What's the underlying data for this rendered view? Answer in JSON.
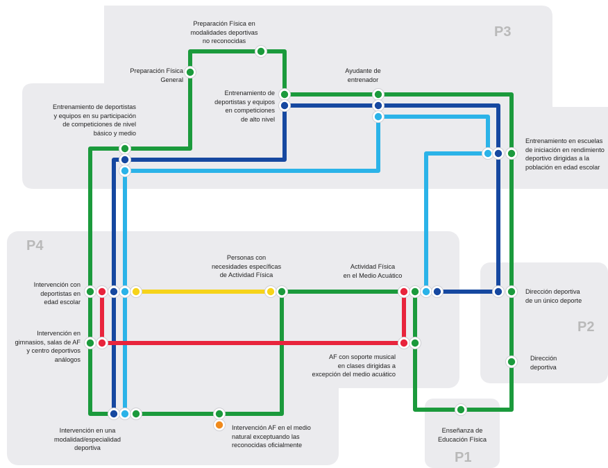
{
  "zones": {
    "p1": "P1",
    "p2": "P2",
    "p3": "P3",
    "p4": "P4"
  },
  "lines": {
    "green": "#1b9a3c",
    "dark_blue": "#1648a0",
    "light_blue": "#2bb3e8",
    "red": "#e8243c",
    "yellow": "#f6d31a",
    "orange": "#f08a1c"
  },
  "labels": {
    "pf_no_reconocidas": "Preparación Física en\nmodalidades deportivas\nno reconocidas",
    "pf_general": "Preparación Física\nGeneral",
    "ayudante": "Ayudante de\nentrenador",
    "ent_alto_nivel": "Entrenamiento de\ndeportistas y equipos\nen competiciones\nde alto nivel",
    "ent_basico_medio": "Entrenamiento de deportistas\ny equipos en su participación\nde competiciones de nivel\nbásico y medio",
    "ent_escuelas": "Entrenamiento en escuelas\nde iniciación en rendimiento\ndeportivo dirigidas a la\npoblación en edad escolar",
    "necesidades": "Personas con\nnecesidades específicas\nde Actividad Física",
    "medio_acuatico": "Actividad Física\nen el Medio Acuático",
    "edad_escolar": "Intervención con\ndeportistas en\nedad escolar",
    "gimnasios": "Intervención en\ngimnasios, salas de AF\ny centro deportivos\nanálogos",
    "direccion_unico": "Dirección deportiva\nde un único deporte",
    "direccion": "Dirección\ndeportiva",
    "soporte_musical": "AF con soporte musical\nen clases dirigidas a\nexcepción del medio acuático",
    "modalidad": "Intervención en una\nmodalidad/especialidad\ndeportiva",
    "medio_natural": "Intervención AF en el medio\nnatural exceptuando las\nreconocidas oficialmente",
    "ensenanza": "Enseñanza de\nEducación Física"
  }
}
